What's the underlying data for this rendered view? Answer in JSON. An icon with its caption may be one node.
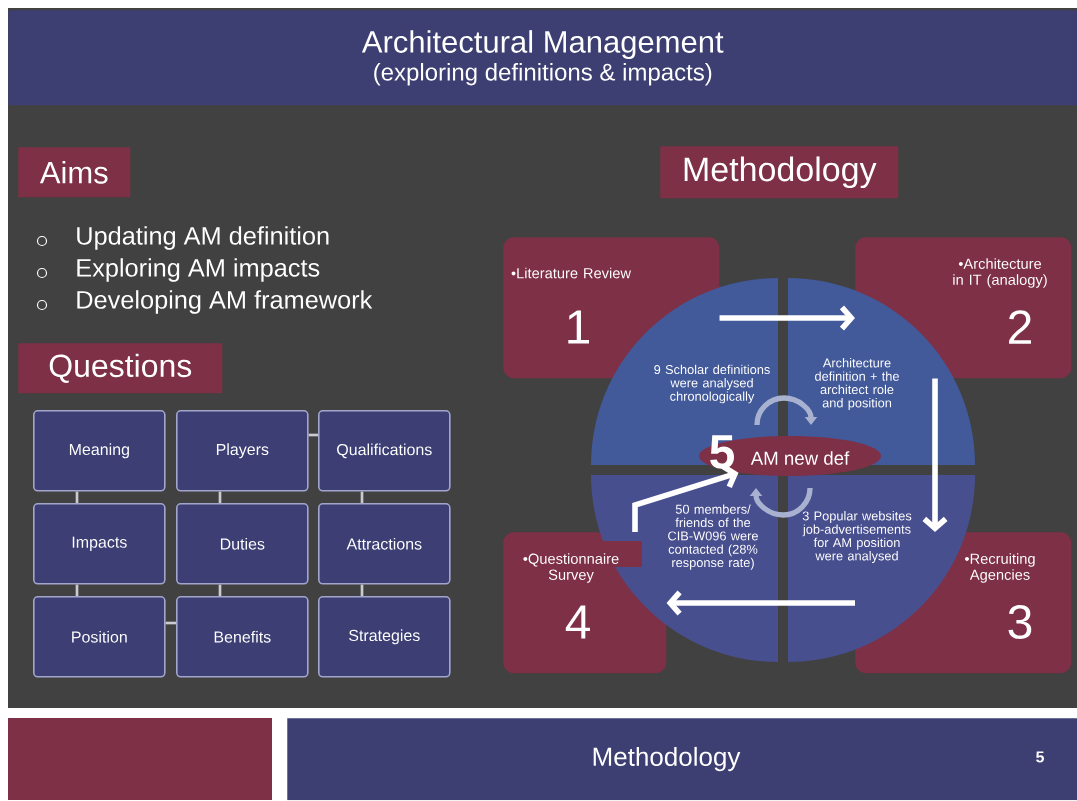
{
  "diagram": {
    "nodes": [
      {
        "text": [
          "Architectural Management",
          "(exploring definitions & impacts)"
        ]
      },
      {
        "text": [
          "Aims"
        ]
      },
      {
        "text": [
          "Questions"
        ]
      },
      {
        "text": [
          "Meaning"
        ]
      },
      {
        "text": [
          "Players"
        ]
      },
      {
        "text": [
          "Qualifications"
        ]
      },
      {
        "text": [
          "Impacts"
        ]
      },
      {
        "text": [
          "Duties"
        ]
      },
      {
        "text": [
          "Attractions"
        ]
      },
      {
        "text": [
          "Position"
        ]
      },
      {
        "text": [
          "Benefits"
        ]
      },
      {
        "text": [
          "Strategies"
        ]
      },
      {
        "text": [
          "Methodology"
        ]
      },
      {
        "text": [
          "•Literature Review",
          "1"
        ],
        "beside": [
          "9 Scholar definitions were analysed chronologically"
        ]
      },
      {
        "text": [
          "•Architecture in IT (analogy)",
          "2"
        ],
        "beside": [
          "Architecture definition + the architect role and position"
        ]
      },
      {
        "text": [
          "•Questionnaire Survey",
          "4"
        ],
        "beside": [
          "50 members/ friends of the CIB-W096 were contacted (28% response rate)"
        ]
      },
      {
        "text": [
          "•Recruiting Agencies",
          "3"
        ],
        "beside": [
          "3 Popular websites job-advertisements for AM position were analysed"
        ]
      },
      {
        "text": [
          "5",
          "AM new def"
        ]
      },
      {
        "text": [
          "Methodology",
          "5"
        ]
      }
    ],
    "edges": [
      {
        "from": 13,
        "to": 14,
        "arrow": "to",
        "style": "thick",
        "color": "#ffffff"
      },
      {
        "from": 14,
        "to": 16,
        "arrow": "to",
        "style": "thick",
        "color": "#ffffff"
      },
      {
        "from": 16,
        "to": 15,
        "arrow": "to",
        "style": "thick",
        "color": "#ffffff"
      },
      {
        "from": 15,
        "to": 17,
        "arrow": "to",
        "style": "thick",
        "color": "#ffffff"
      },
      {
        "from": 3,
        "to": 6,
        "arrow": "none"
      },
      {
        "from": 6,
        "to": 9,
        "arrow": "none"
      },
      {
        "from": 4,
        "to": 7,
        "arrow": "none"
      },
      {
        "from": 7,
        "to": 10,
        "arrow": "none"
      },
      {
        "from": 5,
        "to": 8,
        "arrow": "none"
      },
      {
        "from": 8,
        "to": 11,
        "arrow": "none"
      },
      {
        "from": 4,
        "to": 5,
        "arrow": "none"
      },
      {
        "from": 9,
        "to": 10,
        "arrow": "none"
      }
    ],
    "labels": [
      "Updating AM definition",
      "Exploring AM impacts",
      "Developing AM framework"
    ]
  }
}
